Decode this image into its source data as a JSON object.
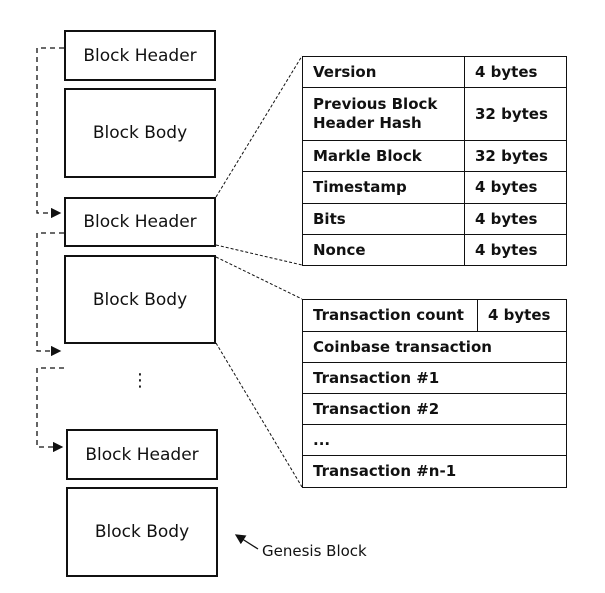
{
  "chain": {
    "top_header": "Block Header",
    "top_body": "Block Body",
    "mid_header": "Block Header",
    "mid_body": "Block Body",
    "ellipsis": "⋮",
    "bottom_header": "Block Header",
    "bottom_body": "Block Body",
    "genesis_label": "Genesis Block"
  },
  "header_fields": [
    {
      "name": "Version",
      "size": "4 bytes"
    },
    {
      "name": "Previous Block Header Hash",
      "size": "32 bytes"
    },
    {
      "name": "Markle Block",
      "size": "32 bytes"
    },
    {
      "name": "Timestamp",
      "size": "4 bytes"
    },
    {
      "name": "Bits",
      "size": "4 bytes"
    },
    {
      "name": "Nonce",
      "size": "4 bytes"
    }
  ],
  "body_fields": {
    "count_label": "Transaction count",
    "count_size": "4 bytes",
    "rows": [
      "Coinbase transaction",
      "Transaction #1",
      "Transaction #2",
      "...",
      "Transaction #n-1"
    ]
  }
}
